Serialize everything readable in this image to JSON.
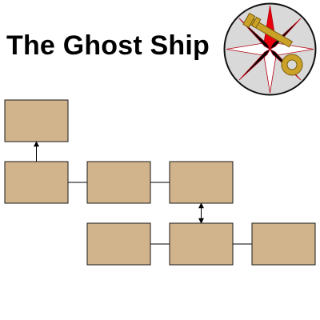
{
  "title": "The Ghost Ship",
  "emblem": {
    "icon": "compass-key-icon",
    "star_color": "#E8000E",
    "key_color": "#C9A227"
  },
  "diagram": {
    "node_fill": "#D2B48C",
    "nodes": [
      {
        "id": "n1",
        "label": ""
      },
      {
        "id": "n2",
        "label": ""
      },
      {
        "id": "n3",
        "label": ""
      },
      {
        "id": "n4",
        "label": ""
      },
      {
        "id": "n5",
        "label": ""
      },
      {
        "id": "n6",
        "label": ""
      },
      {
        "id": "n7",
        "label": ""
      }
    ],
    "edges": [
      {
        "from": "n2",
        "to": "n1",
        "type": "arrow"
      },
      {
        "from": "n2",
        "to": "n3",
        "type": "line"
      },
      {
        "from": "n3",
        "to": "n4",
        "type": "line"
      },
      {
        "from": "n4",
        "to": "n6",
        "type": "double-arrow"
      },
      {
        "from": "n5",
        "to": "n6",
        "type": "line"
      },
      {
        "from": "n6",
        "to": "n7",
        "type": "line"
      }
    ]
  }
}
